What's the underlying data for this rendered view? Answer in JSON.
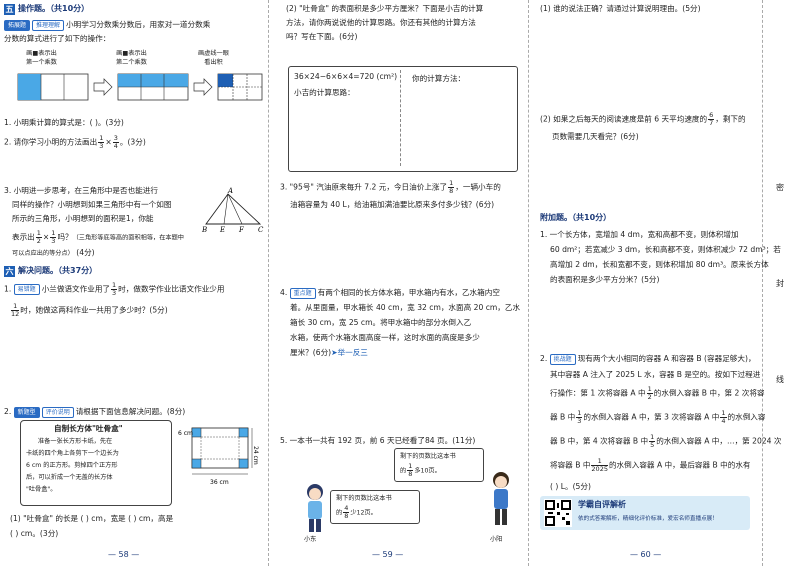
{
  "col1": {
    "sec5_num": "五",
    "sec5_title": "操作题。（共10分）",
    "intro_tag1": "拓展题",
    "intro_tag2": "推理理解",
    "intro_line1": "小明学习分数乘分数后，用家对一道分数乘",
    "intro_line2": "分数的算式进行了如下的操作：",
    "step1_label1": "画■表示出",
    "step1_label2": "第一个乘数",
    "step2_label1": "画■表示出",
    "step2_label2": "第二个乘数",
    "step3_label1": "画虚线一眼",
    "step3_label2": "看出积",
    "q1": "1. 小明乘计算的算式是：(                    )。(3分)",
    "q2_a": "2. 请你学习小明的方法画出",
    "q2_f1n": "1",
    "q2_f1d": "3",
    "q2_times": "×",
    "q2_f2n": "3",
    "q2_f2d": "4",
    "q2_b": "。(3分)",
    "q3_l1": "3. 小明进一步思考，在三角形中是否也能进行",
    "q3_l2": "同样的操作？小明想到如果三角形中有一个如图",
    "q3_l3": "所示的三角形，小明想到的面积是1，你能",
    "q3_l4a": "表示出",
    "q3_f1n": "1",
    "q3_f1d": "2",
    "q3_times": "×",
    "q3_f2n": "1",
    "q3_f2d": "3",
    "q3_l4b": "吗？",
    "q3_hint": "（三角形等底等高的面积相等，在本题中",
    "q3_hint2": "可以点应出的等分点）",
    "q3_l5": "(4分)",
    "tri_A": "A",
    "tri_B": "B",
    "tri_E": "E",
    "tri_F": "F",
    "tri_C": "C",
    "sec6_num": "六",
    "sec6_title": "解决问题。（共37分）",
    "p1_tag": "易错题",
    "p1_l1a": "小兰做语文作业用了",
    "p1_f1n": "1",
    "p1_f1d": "3",
    "p1_l1b": "时，做数学作业比语文作业少用",
    "p1_f2n": "1",
    "p1_f2d": "12",
    "p1_l2": "时，她做这两科作业一共用了多少时？(5分)",
    "p2_tag1": "新题型",
    "p2_tag2": "评价说明",
    "p2_text": "请根据下面信息解决问题。(8分)",
    "box_title": "自制长方体\"吐骨盒\"",
    "box_l1": "准备一张长方形卡纸，先在",
    "box_l2": "卡纸的四个角上各剪下一个边长为",
    "box_l3": "6 cm 的正方形。剪掉四个正方形",
    "box_l4": "后，可以折成一个无盖的长方体",
    "box_l5": "\"吐骨盒\"。",
    "dim_6cm": "6 cm",
    "dim_24cm": "24 cm",
    "dim_36cm": "36 cm",
    "p2_q1a": "(1) \"吐骨盒\" 的长是 (     ) cm，宽是 (     ) cm，高是",
    "p2_q1b": "(     ) cm。(3分)",
    "page": "58"
  },
  "col2": {
    "q2_2a": "(2) \"吐骨盒\" 的表面积是多少平方厘米？下面是小吉的计算",
    "q2_2b": "方法，请你两说说他的计算思路。你还有其他的计算方法",
    "q2_2c": "吗？写在下面。(6分)",
    "calc": "36×24−6×6×4=720 (cm²)",
    "calc_left_label": "小吉的计算思路：",
    "calc_right_label": "你的计算方法：",
    "q3_a": "3. \"95号\" 汽油原来每升 7.2 元，今日油价上涨了",
    "q3_fn": "1",
    "q3_fd": "8",
    "q3_b": "，一辆小车的",
    "q3_c": "油箱容量为 40 L，给油箱加满油要比原来多付多少钱？(6分)",
    "q4_num": "4.",
    "q4_tag": "重点题",
    "q4_l1": "有两个相同的长方体水箱，甲水箱内有水，乙水箱内空",
    "q4_l2": "着。从里面量，甲水箱长 40 cm，宽 32 cm，水面高 20 cm，乙水",
    "q4_l3": "箱长 30 cm，宽 25 cm。将甲水箱中的部分水倒入乙",
    "q4_l4": "水箱，使两个水箱水面高度一样，这时水面的高度是多少",
    "q4_l5": "厘米？(6分)",
    "q4_link": "➤举一反三",
    "q5": "5. 一本书一共有 192 页，前 6 天已经看了84 页。(11分)",
    "bubble_r1": "剩下的页数比这本书",
    "bubble_r2a": "的",
    "bubble_r2fn": "1",
    "bubble_r2fd": "8",
    "bubble_r2b": "多10页。",
    "bubble_l1": "剩下的页数比这本书",
    "bubble_l2a": "的",
    "bubble_l2fn": "4",
    "bubble_l2fd": "8",
    "bubble_l2b": "少12页。",
    "kid_left": "小东",
    "kid_right": "小阳",
    "page": "59"
  },
  "col3": {
    "q1": "(1) 谁的说法正确？请通过计算说明理由。(5分)",
    "q2_a": "(2) 如果之后每天的阅读速度是前 6 天平均速度的",
    "q2_fn": "6",
    "q2_fd": "7",
    "q2_b": "，剩下的",
    "q2_c": "页数需要几天看完？(6分)",
    "bonus_title": "附加题。（共10分）",
    "b1_l1": "1. 一个长方体，宽增加 4 dm，宽和高都不变，则体积增加",
    "b1_l2": "60 dm²；若宽减少 3 dm，长和高都不变，则体积减少 72 dm³；若",
    "b1_l3": "高增加 2 dm，长和宽都不变，则体积增加 80 dm³。原来长方体",
    "b1_l4": "的表面积是多少平方分米？(5分)",
    "b2_tag": "挑战题",
    "b2_l1": "现有两个大小相同的容器 A 和容器 B (容器足够大)，",
    "b2_l2": "其中容器 A 注入了 2025 L 水，容器 B 是空的。按如下过程进",
    "b2_l3": "行操作：第 1 次将容器 A 中",
    "b2_l3fn": "1",
    "b2_l3fd": "2",
    "b2_l3b": "的水倒入容器 B 中，第 2 次将容",
    "b2_l4a": "器 B 中",
    "b2_l4fn": "1",
    "b2_l4fd": "3",
    "b2_l4b": "的水倒入容器 A 中，第 3 次将容器 A 中",
    "b2_l4fn2": "1",
    "b2_l4fd2": "4",
    "b2_l4c": "的水倒入容",
    "b2_l5a": "器 B 中，第 4 次将容器 B 中",
    "b2_l5fn": "1",
    "b2_l5fd": "5",
    "b2_l5b": "的水倒入容器 A 中，…，第 2024 次",
    "b2_l6a": "将容器 B 中",
    "b2_l6fn": "1",
    "b2_l6fd": "2025",
    "b2_l6b": "的水倒入容器 A 中，最后容器 B 中的水有",
    "b2_l7": "(       ) L。(5分)",
    "footer_title": "学霸自评解析",
    "footer_text": "依的式答案解析，精细化评价标准，爱宏名师直播点展！",
    "page": "60"
  },
  "side": {
    "c1": "密",
    "c2": "封",
    "c3": "线"
  }
}
